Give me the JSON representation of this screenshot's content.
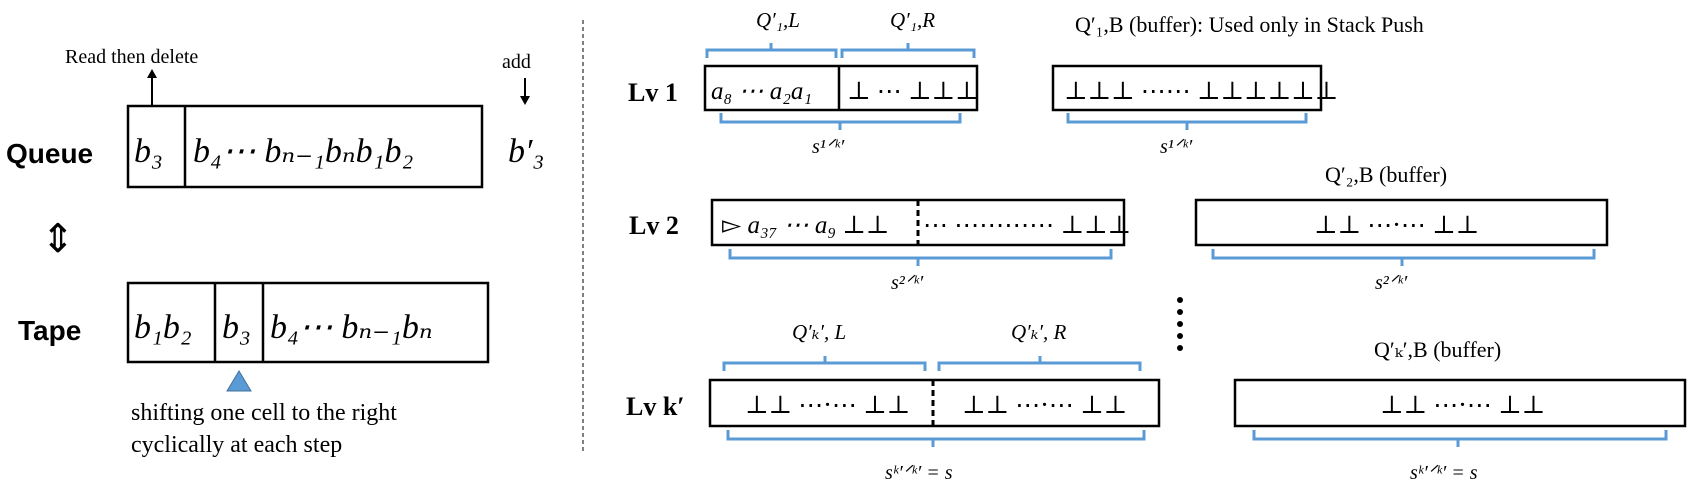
{
  "left_panel": {
    "read_then_delete": "Read then delete",
    "add": "add",
    "queue_label": "Queue",
    "tape_label": "Tape",
    "equiv_symbol": "⇕",
    "queue_cell_1": "b₃",
    "queue_cell_2": "b₄⋯ bₙ₋₁bₙb₁b₂",
    "queue_incoming": "b′₃",
    "tape_cell_1": "b₁b₂",
    "tape_cell_2": "b₃",
    "tape_cell_3": "b₄⋯ bₙ₋₁bₙ",
    "head_caption_line1": "shifting one cell to the right",
    "head_caption_line2": "cyclically at each step"
  },
  "right_panel": {
    "lv1": {
      "label": "Lv 1",
      "q_left_label": "Q′₁,L",
      "q_right_label": "Q′₁,R",
      "left_content": "a₈ ⋯ a₂a₁",
      "right_content": "⊥ ⋯ ⊥⊥⊥",
      "size": "s¹ᐟᵏ′",
      "buffer_label": "Q′₁,B (buffer): Used only in Stack Push",
      "buffer_content": "⊥⊥⊥ ⋯⋯ ⊥⊥⊥⊥⊥⊥",
      "buffer_size": "s¹ᐟᵏ′"
    },
    "lv2": {
      "label": "Lv 2",
      "left_content": "▻ a₃₇ ⋯ a₉ ⊥⊥",
      "right_content": "⋯ ⋯⋯⋯⋯ ⊥⊥⊥",
      "size": "s²ᐟᵏ′",
      "buffer_label": "Q′₂,B (buffer)",
      "buffer_content": "⊥⊥ ⋯⋅⋯ ⊥⊥",
      "buffer_size": "s²ᐟᵏ′"
    },
    "lvk": {
      "label": "Lv k′",
      "q_left_label": "Q′ₖ′, L",
      "q_right_label": "Q′ₖ′, R",
      "left_content": "⊥⊥ ⋯⋅⋯ ⊥⊥",
      "right_content": "⊥⊥ ⋯⋅⋯ ⊥⊥",
      "size": "sᵏ′ᐟᵏ′ = s",
      "buffer_label": "Q′ₖ′,B (buffer)",
      "buffer_content": "⊥⊥ ⋯⋅⋯ ⊥⊥",
      "buffer_size": "sᵏ′ᐟᵏ′ = s"
    },
    "vertical_ellipsis": "⋮"
  },
  "colors": {
    "brace": "#5B9BD5",
    "head_marker": "#5B9BD5",
    "ink": "#000000"
  }
}
